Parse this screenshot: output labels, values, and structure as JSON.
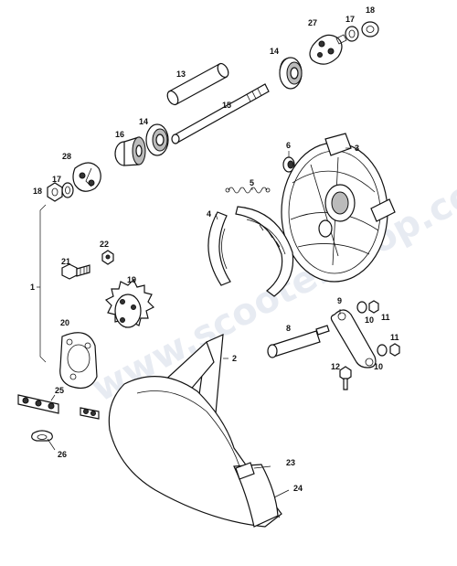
{
  "watermark": "www.scootershop.com",
  "callouts": {
    "p1": "1",
    "p2": "2",
    "p3": "3",
    "p4": "4",
    "p5": "5",
    "p6": "6",
    "p8": "8",
    "p9": "9",
    "p10a": "10",
    "p10b": "10",
    "p11a": "11",
    "p11b": "11",
    "p12": "12",
    "p13": "13",
    "p14a": "14",
    "p14b": "14",
    "p15": "15",
    "p16": "16",
    "p17a": "17",
    "p17b": "17",
    "p18a": "18",
    "p18b": "18",
    "p19": "19",
    "p20": "20",
    "p21": "21",
    "p22": "22",
    "p23": "23",
    "p24": "24",
    "p25": "25",
    "p26": "26",
    "p27": "27",
    "p28": "28"
  }
}
